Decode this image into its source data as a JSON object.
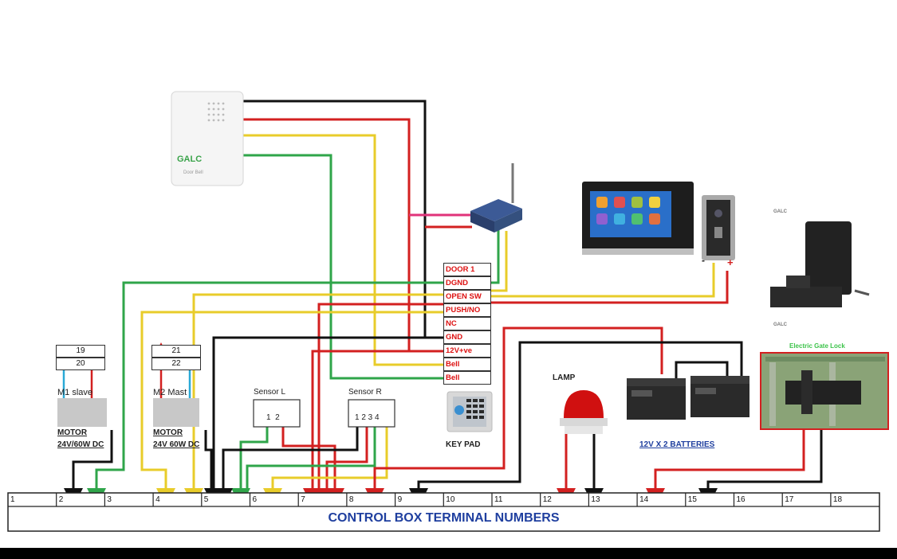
{
  "chime": {
    "brand": "GALC",
    "model": "Door Bell"
  },
  "panel": {
    "rows": [
      "DOOR 1",
      "DGND",
      "OPEN SW",
      "PUSH/NO",
      "NC",
      "GND",
      "12V+ve",
      "Bell",
      "Bell"
    ]
  },
  "motor_slave": {
    "terms": [
      "19",
      "20"
    ],
    "name": "M1 slave",
    "label1": "MOTOR",
    "label2": "24V/60W DC"
  },
  "motor_master": {
    "terms": [
      "21",
      "22"
    ],
    "name": "M2 Mast",
    "label1": "MOTOR",
    "label2": "24V 60W DC"
  },
  "sensor_l": {
    "title": "Sensor L",
    "pins": "1  2"
  },
  "sensor_r": {
    "title": "Sensor R",
    "pins": "1 2 3 4"
  },
  "keypad": {
    "label": "KEY PAD"
  },
  "lamp": {
    "label": "LAMP"
  },
  "batteries": {
    "label": "12V X 2 BATTERIES"
  },
  "gate_lock": {
    "brand": "GALC",
    "title": "Electric Gate Lock"
  },
  "intercom": {
    "brand": "GALC",
    "minus": "-",
    "plus": "+"
  },
  "terminals": {
    "numbers": [
      "1",
      "2",
      "3",
      "4",
      "5",
      "6",
      "7",
      "8",
      "9",
      "10",
      "11",
      "12",
      "13",
      "14",
      "15",
      "16",
      "17",
      "18"
    ],
    "title": "CONTROL BOX TERMINAL NUMBERS"
  },
  "colors": {
    "black": "#111111",
    "red": "#d32020",
    "yellow": "#e8cc2a",
    "green": "#2fa54a",
    "cyan": "#2aa9d6",
    "blue_title": "#1f3f9f",
    "lock_title": "#3cc34a"
  }
}
